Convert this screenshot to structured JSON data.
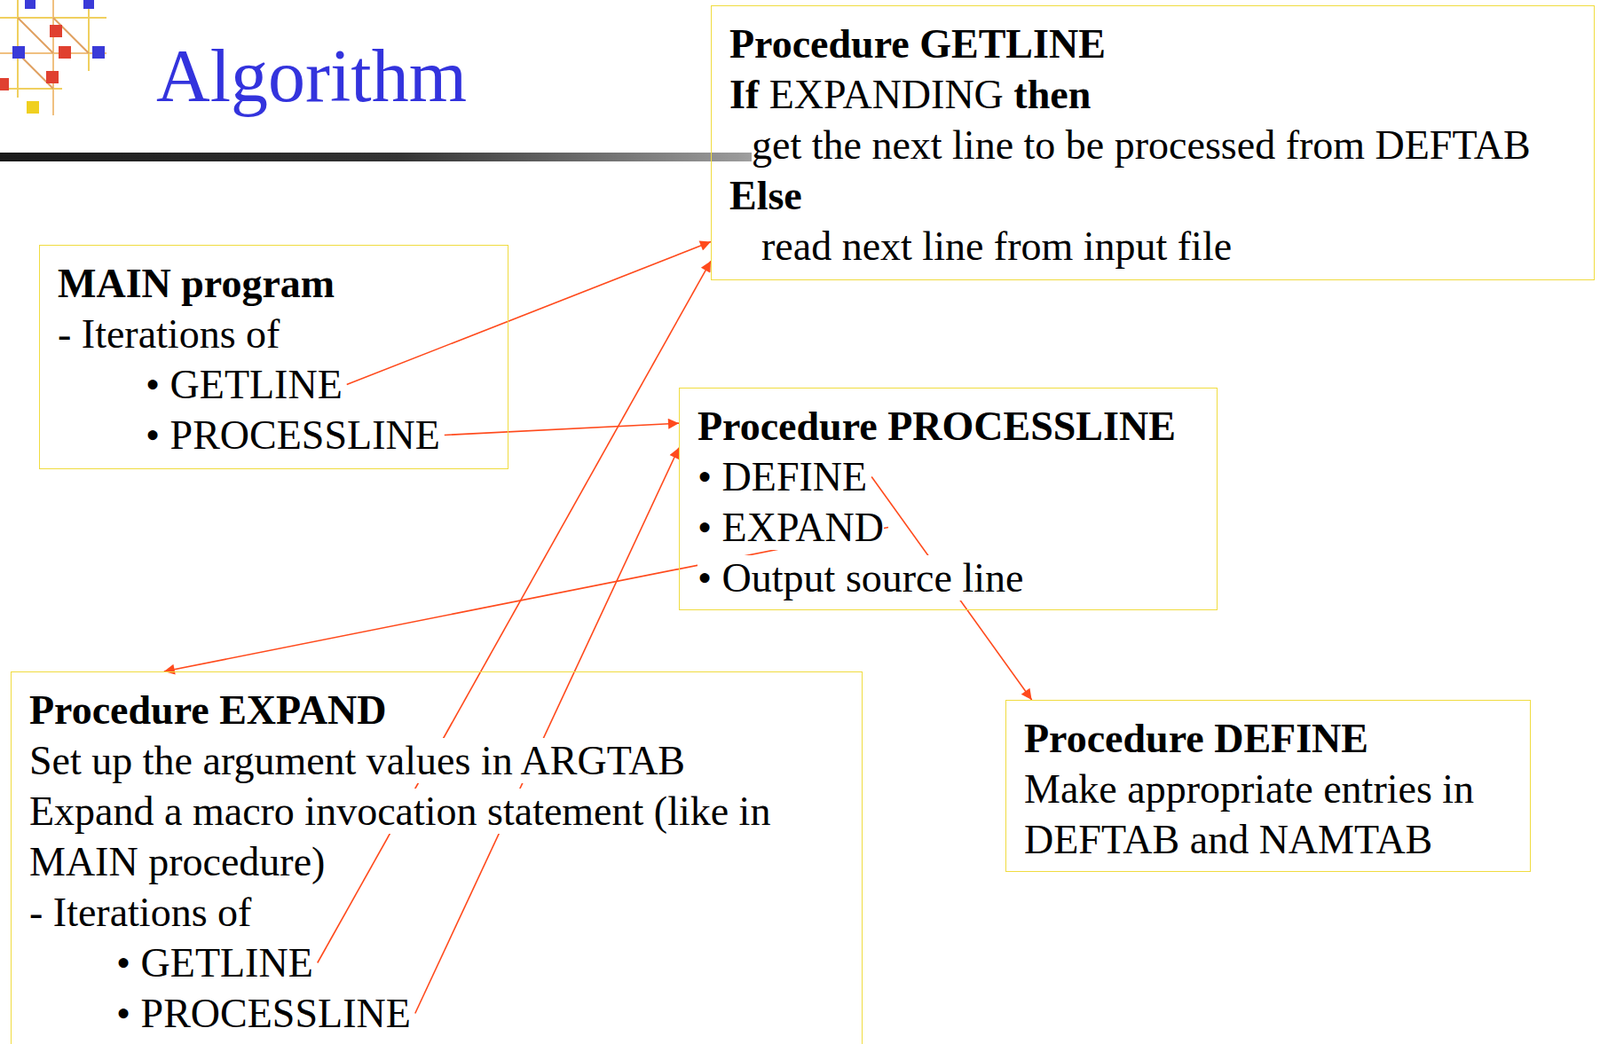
{
  "diagram": {
    "title": "Algorithm",
    "nodes": [
      {
        "text": [
          "Procedure GETLINE",
          "If",
          "EXPANDING",
          "then",
          "get the next line to be processed from DEFTAB",
          "Else",
          "read next line from input file"
        ]
      },
      {
        "text": [
          "MAIN program",
          "- Iterations of",
          "• GETLINE",
          "• PROCESSLINE"
        ]
      },
      {
        "text": [
          "Procedure PROCESSLINE",
          "• DEFINE",
          "• EXPAND",
          "• Output source line"
        ]
      },
      {
        "text": [
          "Procedure EXPAND",
          "Set up the argument values in ARGTAB",
          "Expand a macro invocation statement (like in MAIN procedure)",
          "- Iterations of",
          "• GETLINE",
          "• PROCESSLINE"
        ]
      },
      {
        "text": [
          "Procedure DEFINE",
          "Make appropriate entries in DEFTAB and NAMTAB"
        ]
      }
    ],
    "edges": [
      {
        "from": 1,
        "to": 0,
        "arrow": "to"
      },
      {
        "from": 1,
        "to": 2,
        "arrow": "to"
      },
      {
        "from": 2,
        "to": 4,
        "arrow": "to"
      },
      {
        "from": 2,
        "to": 3,
        "arrow": "to"
      },
      {
        "from": 3,
        "to": 0,
        "arrow": "to"
      },
      {
        "from": 3,
        "to": 2,
        "arrow": "to"
      }
    ]
  }
}
